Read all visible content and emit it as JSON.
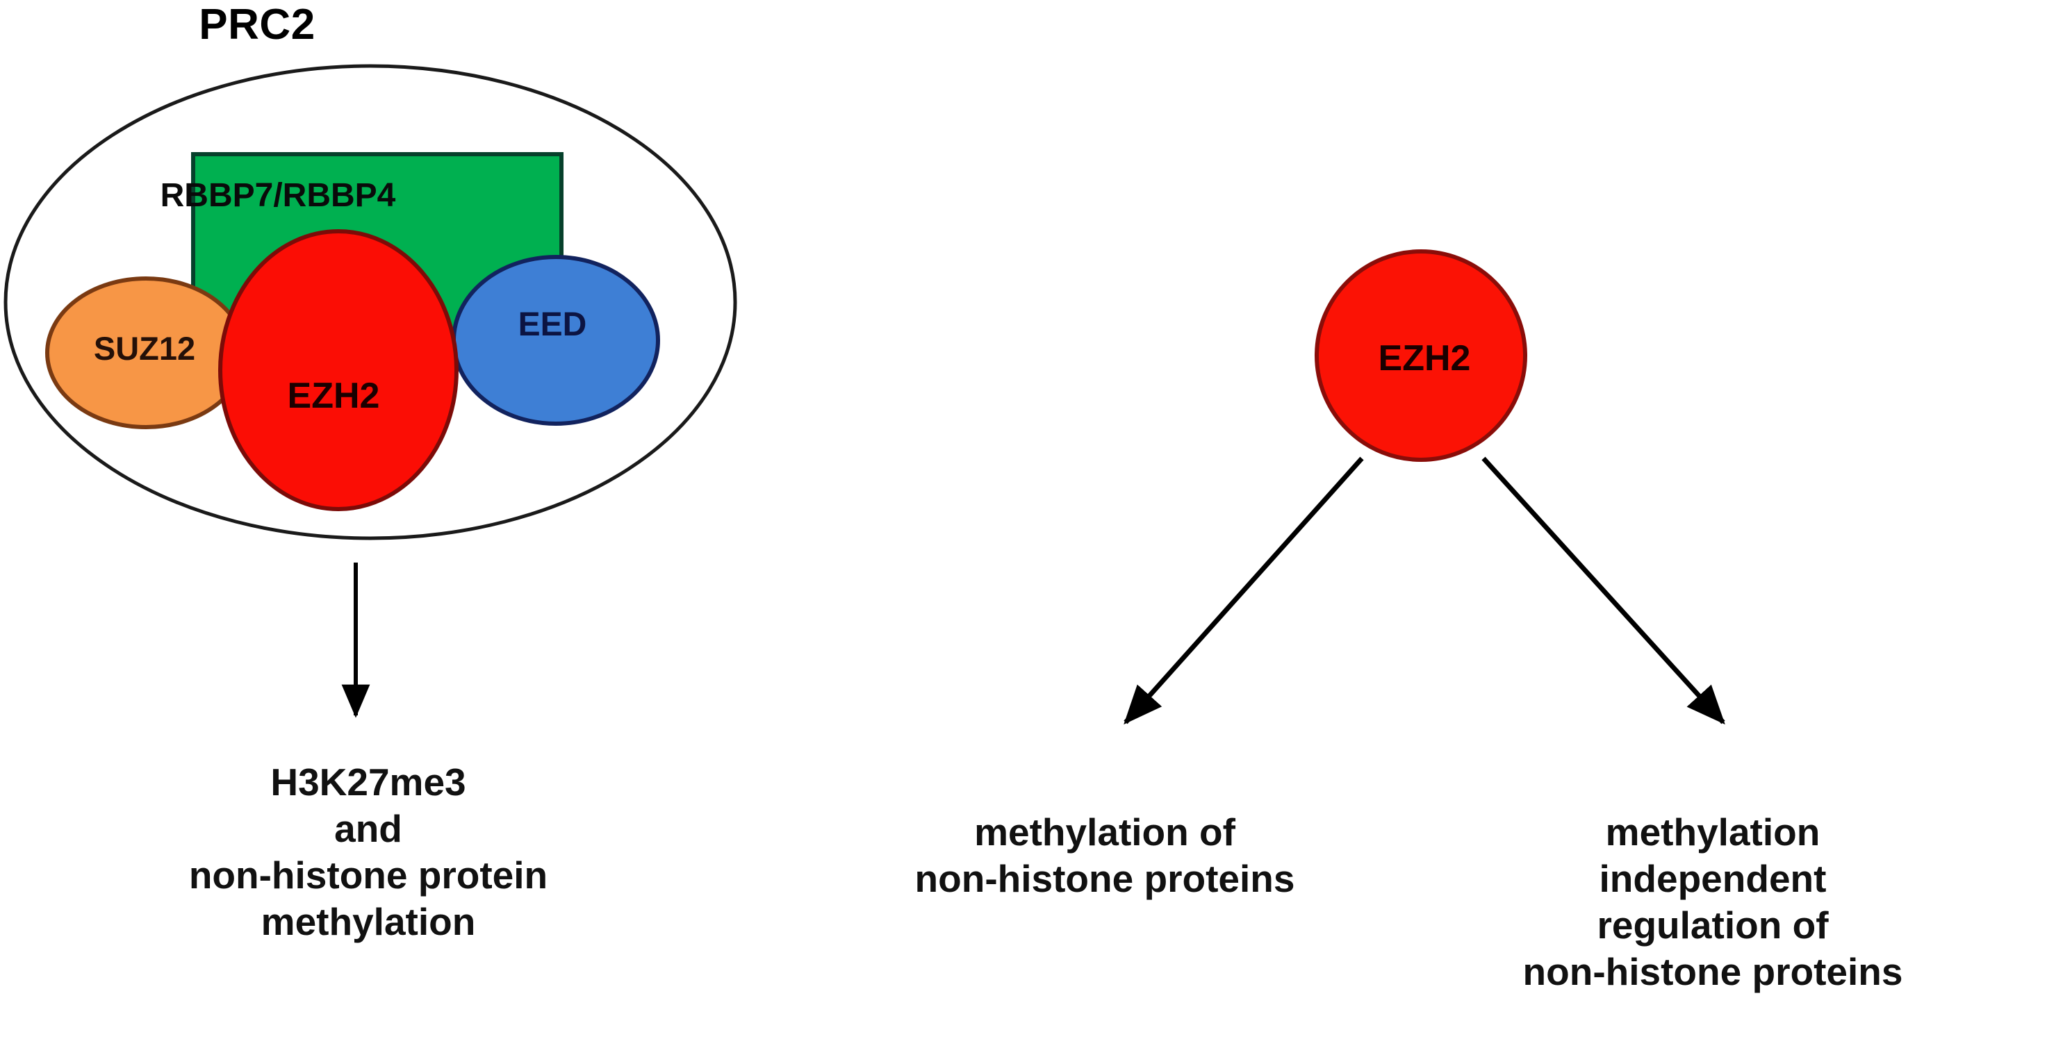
{
  "figure": {
    "background_color": "#ffffff",
    "title": "PRC2"
  },
  "complex": {
    "name": "PRC2",
    "outline_shape": "ellipse",
    "outline_color": "#1a1a1a",
    "subunits": [
      {
        "id": "rbbp",
        "label": "RBBP7/RBBP4",
        "shape": "rectangle",
        "fill": "#00B050",
        "stroke": "#06402b",
        "text_color": "#0a0a0a"
      },
      {
        "id": "suz12",
        "label": "SUZ12",
        "shape": "ellipse",
        "fill": "#F79646",
        "stroke": "#7a3a12",
        "text_color": "#241008"
      },
      {
        "id": "eed",
        "label": "EED",
        "shape": "ellipse",
        "fill": "#3E7FD5",
        "stroke": "#12235e",
        "text_color": "#0c1442"
      },
      {
        "id": "ezh2-complex",
        "label": "EZH2",
        "shape": "ellipse",
        "fill": "#FB0D05",
        "stroke": "#7c0b08",
        "text_color": "#1a0000"
      }
    ]
  },
  "free_enzyme": {
    "id": "ezh2-free",
    "label": "EZH2",
    "shape": "circle",
    "fill": "#FB1205",
    "stroke": "#8a0d09",
    "text_color": "#1a0000"
  },
  "arrows": {
    "color": "#000000",
    "items": [
      {
        "id": "arrow-prc2-down",
        "from": "prc2-complex",
        "to": "outcome-left",
        "direction": "down"
      },
      {
        "id": "arrow-ezh2-left",
        "from": "ezh2-free",
        "to": "outcome-middle",
        "direction": "down-left"
      },
      {
        "id": "arrow-ezh2-right",
        "from": "ezh2-free",
        "to": "outcome-right",
        "direction": "down-right"
      }
    ]
  },
  "outcomes": [
    {
      "id": "outcome-left",
      "lines": [
        "H3K27me3",
        "and",
        "non-histone protein",
        "methylation"
      ]
    },
    {
      "id": "outcome-middle",
      "lines": [
        "methylation of",
        "non-histone proteins"
      ]
    },
    {
      "id": "outcome-right",
      "lines": [
        "methylation",
        "independent",
        "regulation of",
        "non-histone proteins"
      ]
    }
  ]
}
